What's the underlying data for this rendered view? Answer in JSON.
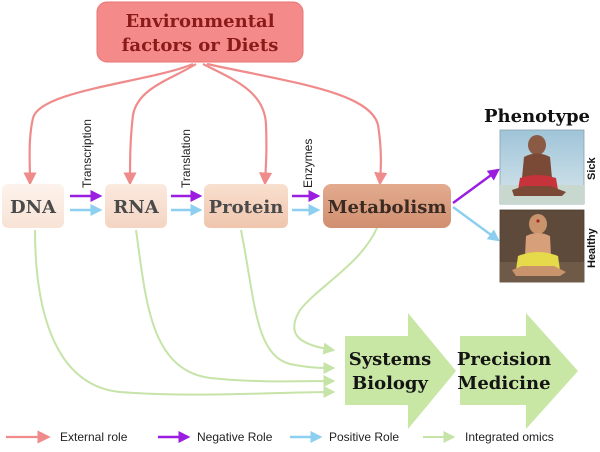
{
  "top_box": {
    "line1": "Environmental",
    "line2": "factors or Diets"
  },
  "nodes": {
    "dna": "DNA",
    "rna": "RNA",
    "protein": "Protein",
    "metabolism": "Metabolism"
  },
  "edge_labels": {
    "transcription": "Transcription",
    "translation": "Translation",
    "enzymes": "Enzymes"
  },
  "phenotype": {
    "title": "Phenotype",
    "sick": "Sick",
    "healthy": "Healthy"
  },
  "outcomes": {
    "systems": {
      "line1": "Systems",
      "line2": "Biology"
    },
    "precision": {
      "line1": "Precision",
      "line2": "Medicine"
    }
  },
  "legend": [
    {
      "label": "External role",
      "color": "#f08b8b"
    },
    {
      "label": "Negative Role",
      "color": "#9b1de0"
    },
    {
      "label": "Positive Role",
      "color": "#8ccff0"
    },
    {
      "label": "Integrated omics",
      "color": "#c6e3a8"
    }
  ],
  "colors": {
    "top_box_fill": "#f58a8a",
    "top_box_text": "#8b1a1a",
    "external": "#f08b8b",
    "negative": "#9b1de0",
    "positive": "#8ccff0",
    "integrated": "#c6e3a8",
    "arrow_shape": "#c8e6a4"
  }
}
